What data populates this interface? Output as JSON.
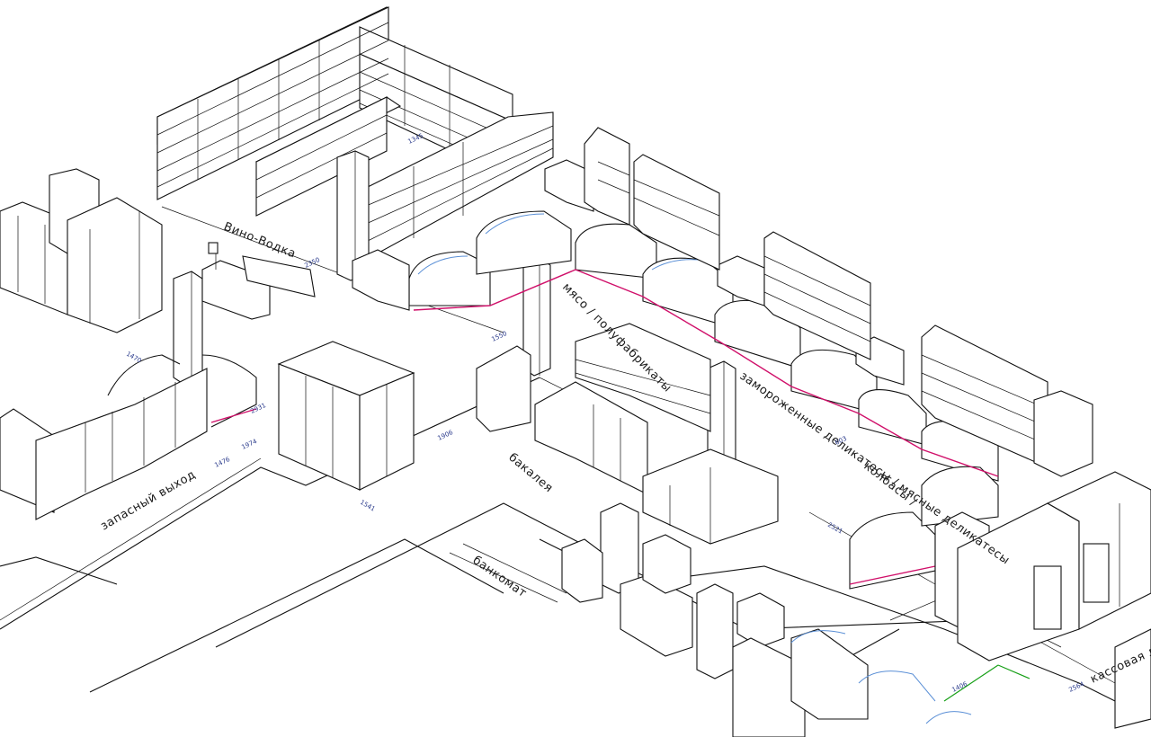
{
  "colors": {
    "line": "#111111",
    "dimension": "#2a3a8c",
    "glass_blue": "#5a8fd6",
    "accent_magenta": "#d0106a",
    "accent_green": "#18a018"
  },
  "zones": {
    "wine": "Вино-Водка",
    "meat": "мясо / полуфабрикаты",
    "frozen": "замороженные деликатесы / мясные деликатесы",
    "sausage": "колбасы /",
    "bakery": "бакалея",
    "reserve_exit": "запасный выход",
    "banking": "банкомат",
    "cash_line": "кассовая линия"
  },
  "dimensions": [
    "1345",
    "1974",
    "1476",
    "1541",
    "2931",
    "1906",
    "1550",
    "2350",
    "1470",
    "2521",
    "603",
    "1406",
    "2564"
  ]
}
